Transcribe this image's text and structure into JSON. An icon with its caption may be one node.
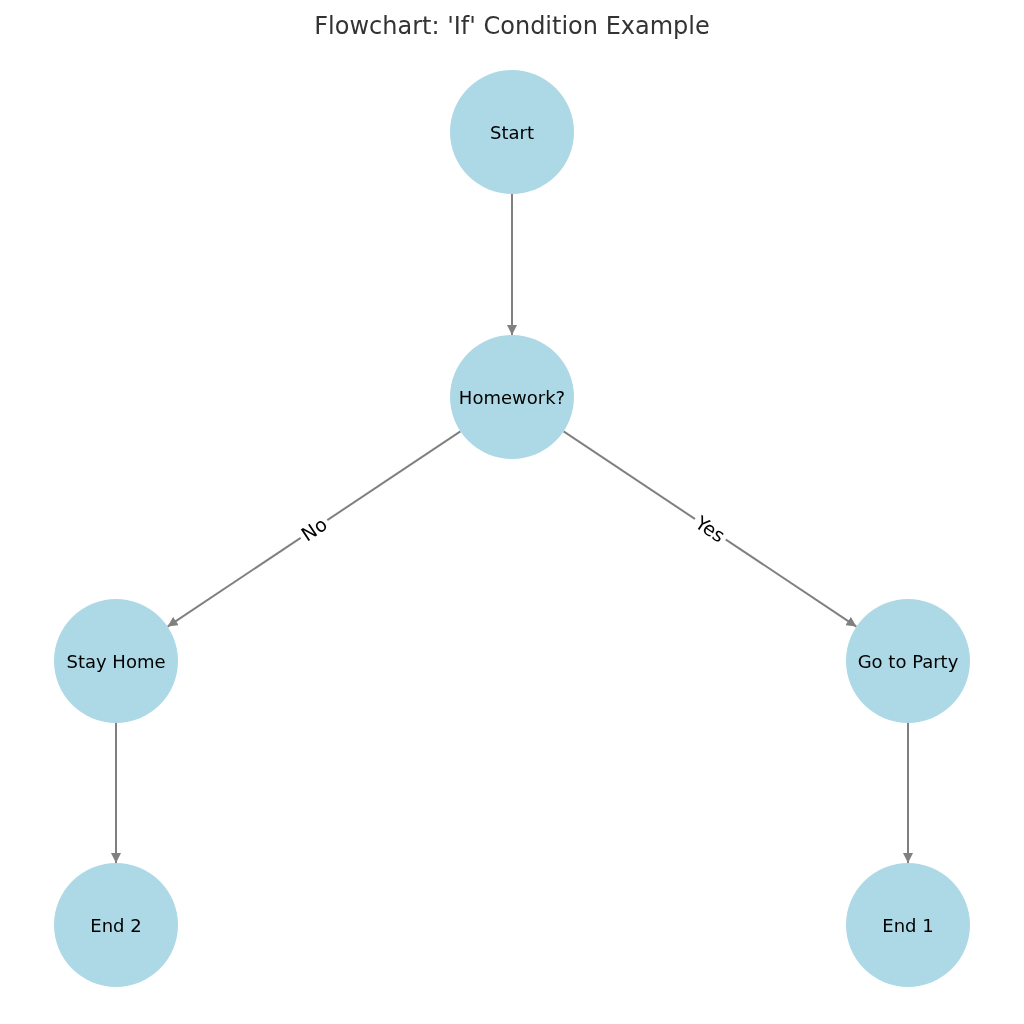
{
  "diagram": {
    "title": "Flowchart: 'If' Condition Example",
    "nodes": [
      {
        "text": [
          "Start"
        ]
      },
      {
        "text": [
          "Homework?"
        ]
      },
      {
        "text": [
          "Stay Home"
        ]
      },
      {
        "text": [
          "Go to Party"
        ]
      },
      {
        "text": [
          "End 2"
        ]
      },
      {
        "text": [
          "End 1"
        ]
      }
    ],
    "edges": [
      {
        "from": 0,
        "to": 1,
        "arrow": "to"
      },
      {
        "from": 1,
        "to": 2,
        "arrow": "to",
        "label": "No"
      },
      {
        "from": 1,
        "to": 3,
        "arrow": "to",
        "label": "Yes"
      },
      {
        "from": 2,
        "to": 4,
        "arrow": "to"
      },
      {
        "from": 3,
        "to": 5,
        "arrow": "to"
      }
    ]
  }
}
